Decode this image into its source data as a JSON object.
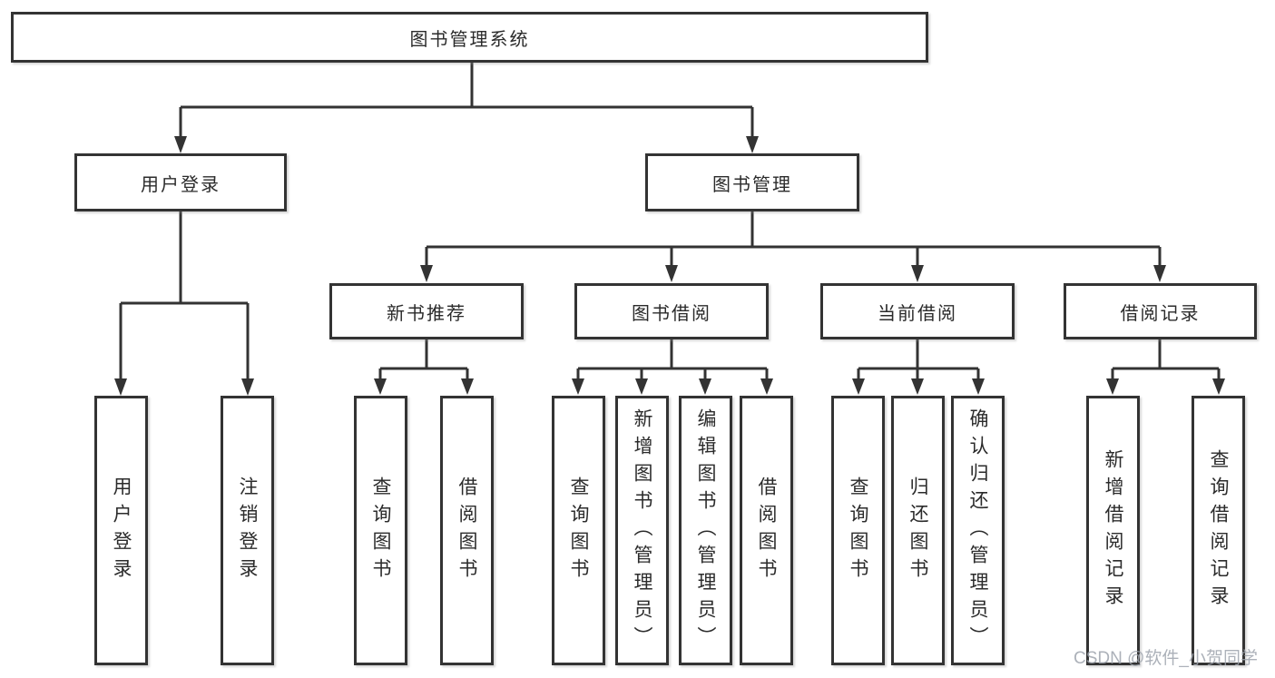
{
  "diagram": {
    "root": {
      "label": "图书管理系统"
    },
    "branches": [
      {
        "label": "用户登录",
        "children": [
          {
            "label": "用户登录"
          },
          {
            "label": "注销登录"
          }
        ]
      },
      {
        "label": "图书管理",
        "groups": [
          {
            "label": "新书推荐",
            "children": [
              {
                "label": "查询图书"
              },
              {
                "label": "借阅图书"
              }
            ]
          },
          {
            "label": "图书借阅",
            "children": [
              {
                "label": "查询图书"
              },
              {
                "label": "新增图书（管理员）"
              },
              {
                "label": "编辑图书（管理员）"
              },
              {
                "label": "借阅图书"
              }
            ]
          },
          {
            "label": "当前借阅",
            "children": [
              {
                "label": "查询图书"
              },
              {
                "label": "归还图书"
              },
              {
                "label": "确认归还（管理员）"
              }
            ]
          },
          {
            "label": "借阅记录",
            "children": [
              {
                "label": "新增借阅记录"
              },
              {
                "label": "查询借阅记录"
              }
            ]
          }
        ]
      }
    ],
    "watermark": "CSDN @软件_小贺同学",
    "colors": {
      "line": "#333333",
      "box_border": "#333333",
      "text": "#2b2b2b",
      "background": "#ffffff",
      "watermark": "#9ea3ad"
    }
  }
}
